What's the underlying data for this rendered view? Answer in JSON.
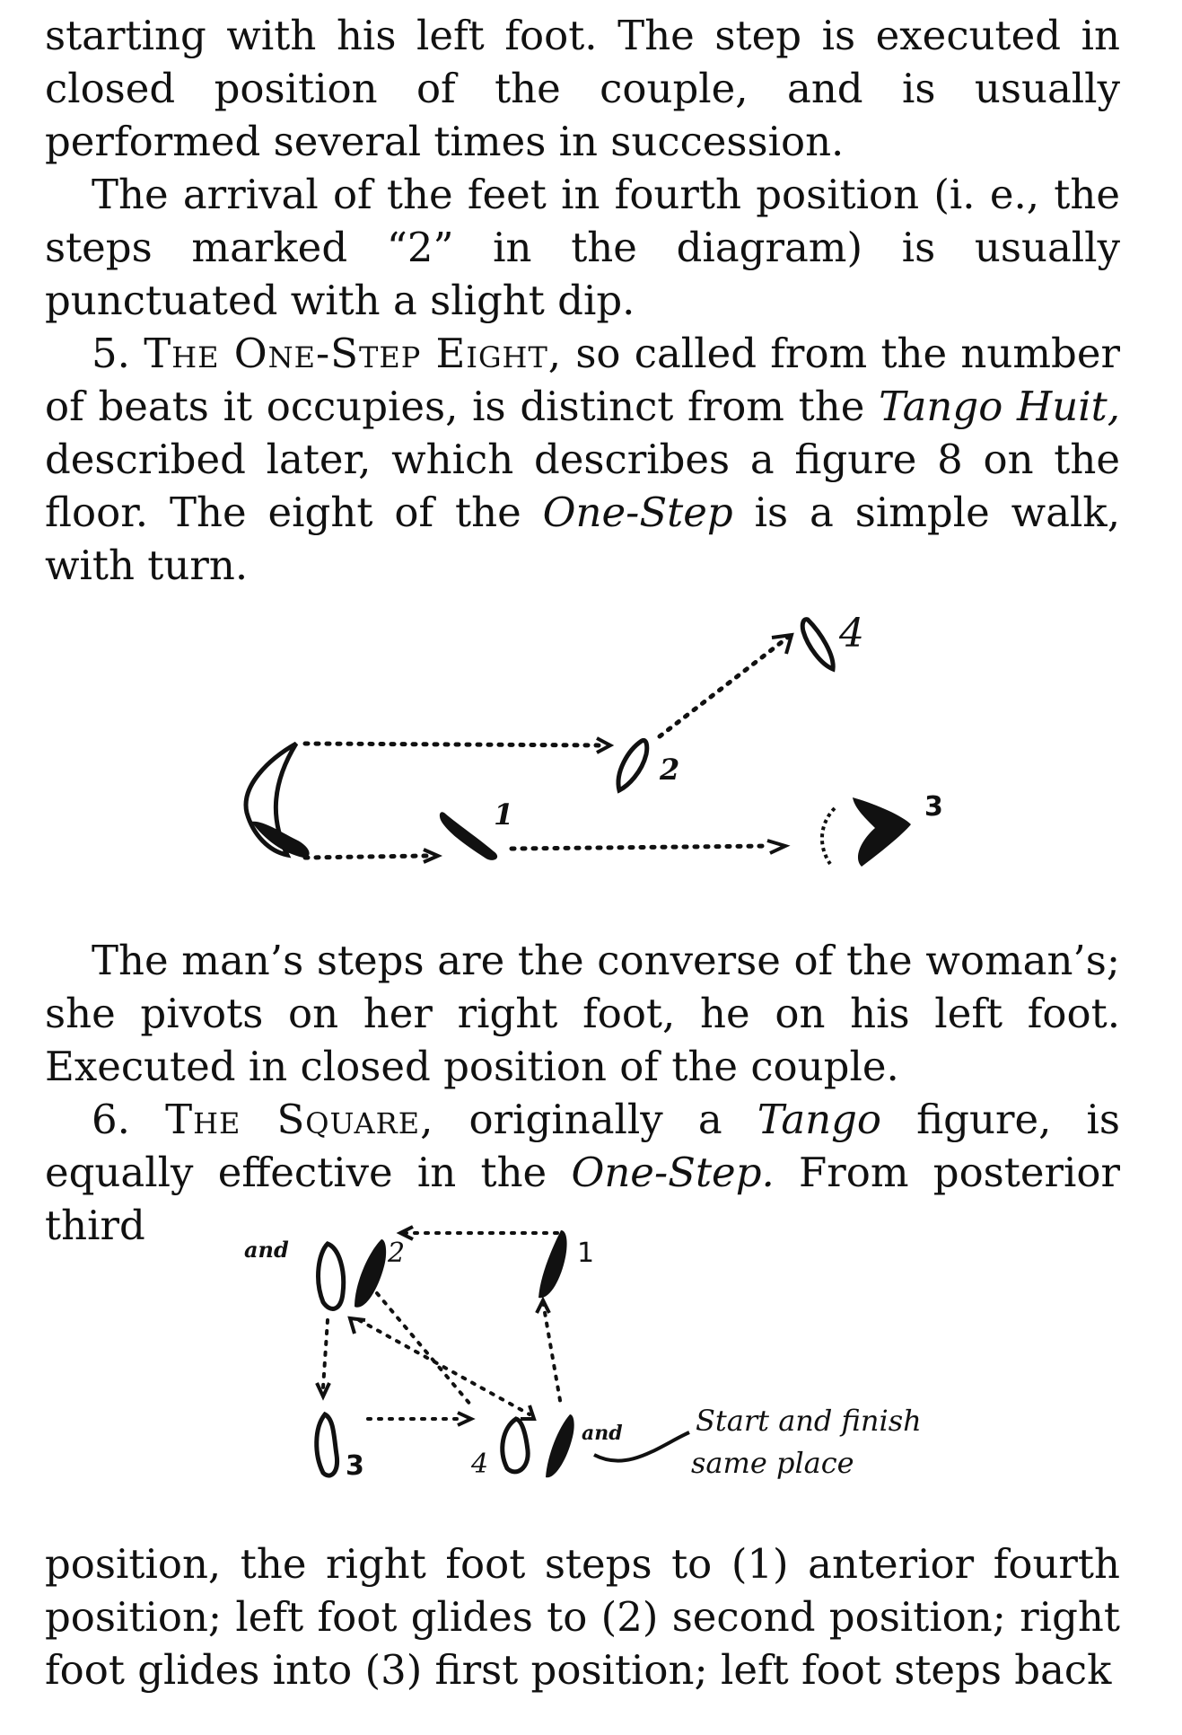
{
  "text": {
    "p1": "starting with his left foot. The step is executed in closed position of the couple, and is usually performed several times in succession.",
    "p2": "The arrival of the feet in fourth position (i. e., the steps marked “2” in the diagram) is usually punctuated with a slight dip.",
    "p3_num": "5.",
    "p3_title": "The One-Step Eight,",
    "p3_a": " so called from the number of beats it occupies, is distinct from the ",
    "p3_tango": "Tango Huit,",
    "p3_b": " described later, which describes a figure 8 on the floor. The eight of the ",
    "p3_onestep": "One-Step",
    "p3_c": " is a simple walk, with turn.",
    "p4": "The man’s steps are the converse of the woman’s; she pivots on her right foot, he on his left foot. Executed in closed position of the couple.",
    "p5_num": "6.",
    "p5_title": "The Square,",
    "p5_a": " originally a ",
    "p5_tango": "Tango",
    "p5_b": " figure, is equally effective in the ",
    "p5_onestep": "One-Step.",
    "p5_c": " From posterior third",
    "p6": "position, the right foot steps to (1) anterior fourth position; left foot glides to (2) second position; right foot glides into (3) first position; left foot steps back"
  },
  "diagram1": {
    "step_labels": [
      "1",
      "2",
      "3",
      "4"
    ]
  },
  "diagram2": {
    "step_labels": [
      "1",
      "2",
      "3",
      "4"
    ],
    "and_labels": [
      "and",
      "and"
    ],
    "note_line1": "Start and finish",
    "note_line2": "same place"
  }
}
